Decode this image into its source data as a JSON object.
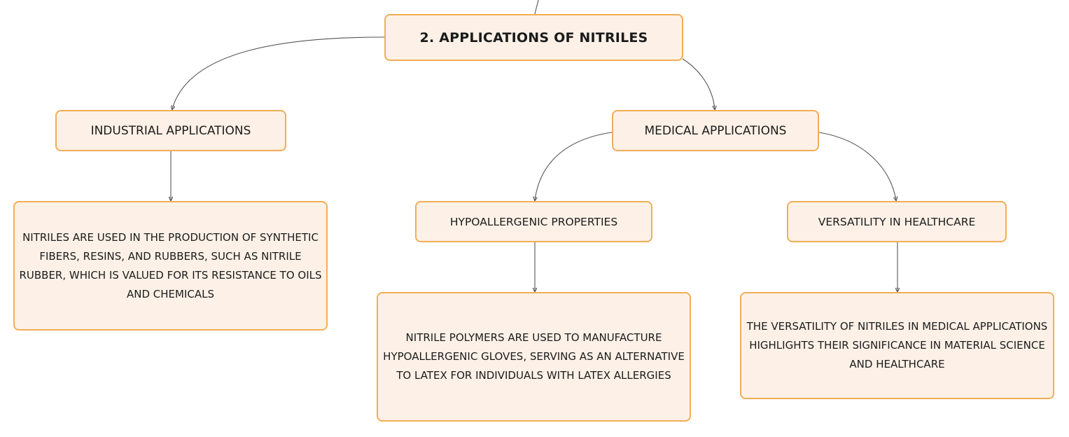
{
  "mindmap": {
    "root": {
      "label": "2. APPLICATIONS OF NITRILES"
    },
    "industrial": {
      "label": "INDUSTRIAL APPLICATIONS",
      "description": "NITRILES ARE USED IN THE PRODUCTION OF SYNTHETIC FIBERS, RESINS, AND RUBBERS, SUCH AS NITRILE RUBBER, WHICH IS VALUED FOR ITS RESISTANCE TO OILS AND CHEMICALS"
    },
    "medical": {
      "label": "MEDICAL APPLICATIONS",
      "hypoallergenic": {
        "label": "HYPOALLERGENIC PROPERTIES",
        "description": "NITRILE POLYMERS ARE USED TO MANUFACTURE HYPOALLERGENIC GLOVES, SERVING AS AN ALTERNATIVE TO LATEX FOR INDIVIDUALS WITH LATEX ALLERGIES"
      },
      "versatility": {
        "label": "VERSATILITY IN HEALTHCARE",
        "description": "THE VERSATILITY OF NITRILES IN MEDICAL APPLICATIONS HIGHLIGHTS THEIR SIGNIFICANCE IN MATERIAL SCIENCE AND HEALTHCARE"
      }
    }
  },
  "colors": {
    "node_fill": "#fdf1e7",
    "node_border": "#f2ad57",
    "connector": "#555555",
    "text": "#1b1b1b"
  }
}
